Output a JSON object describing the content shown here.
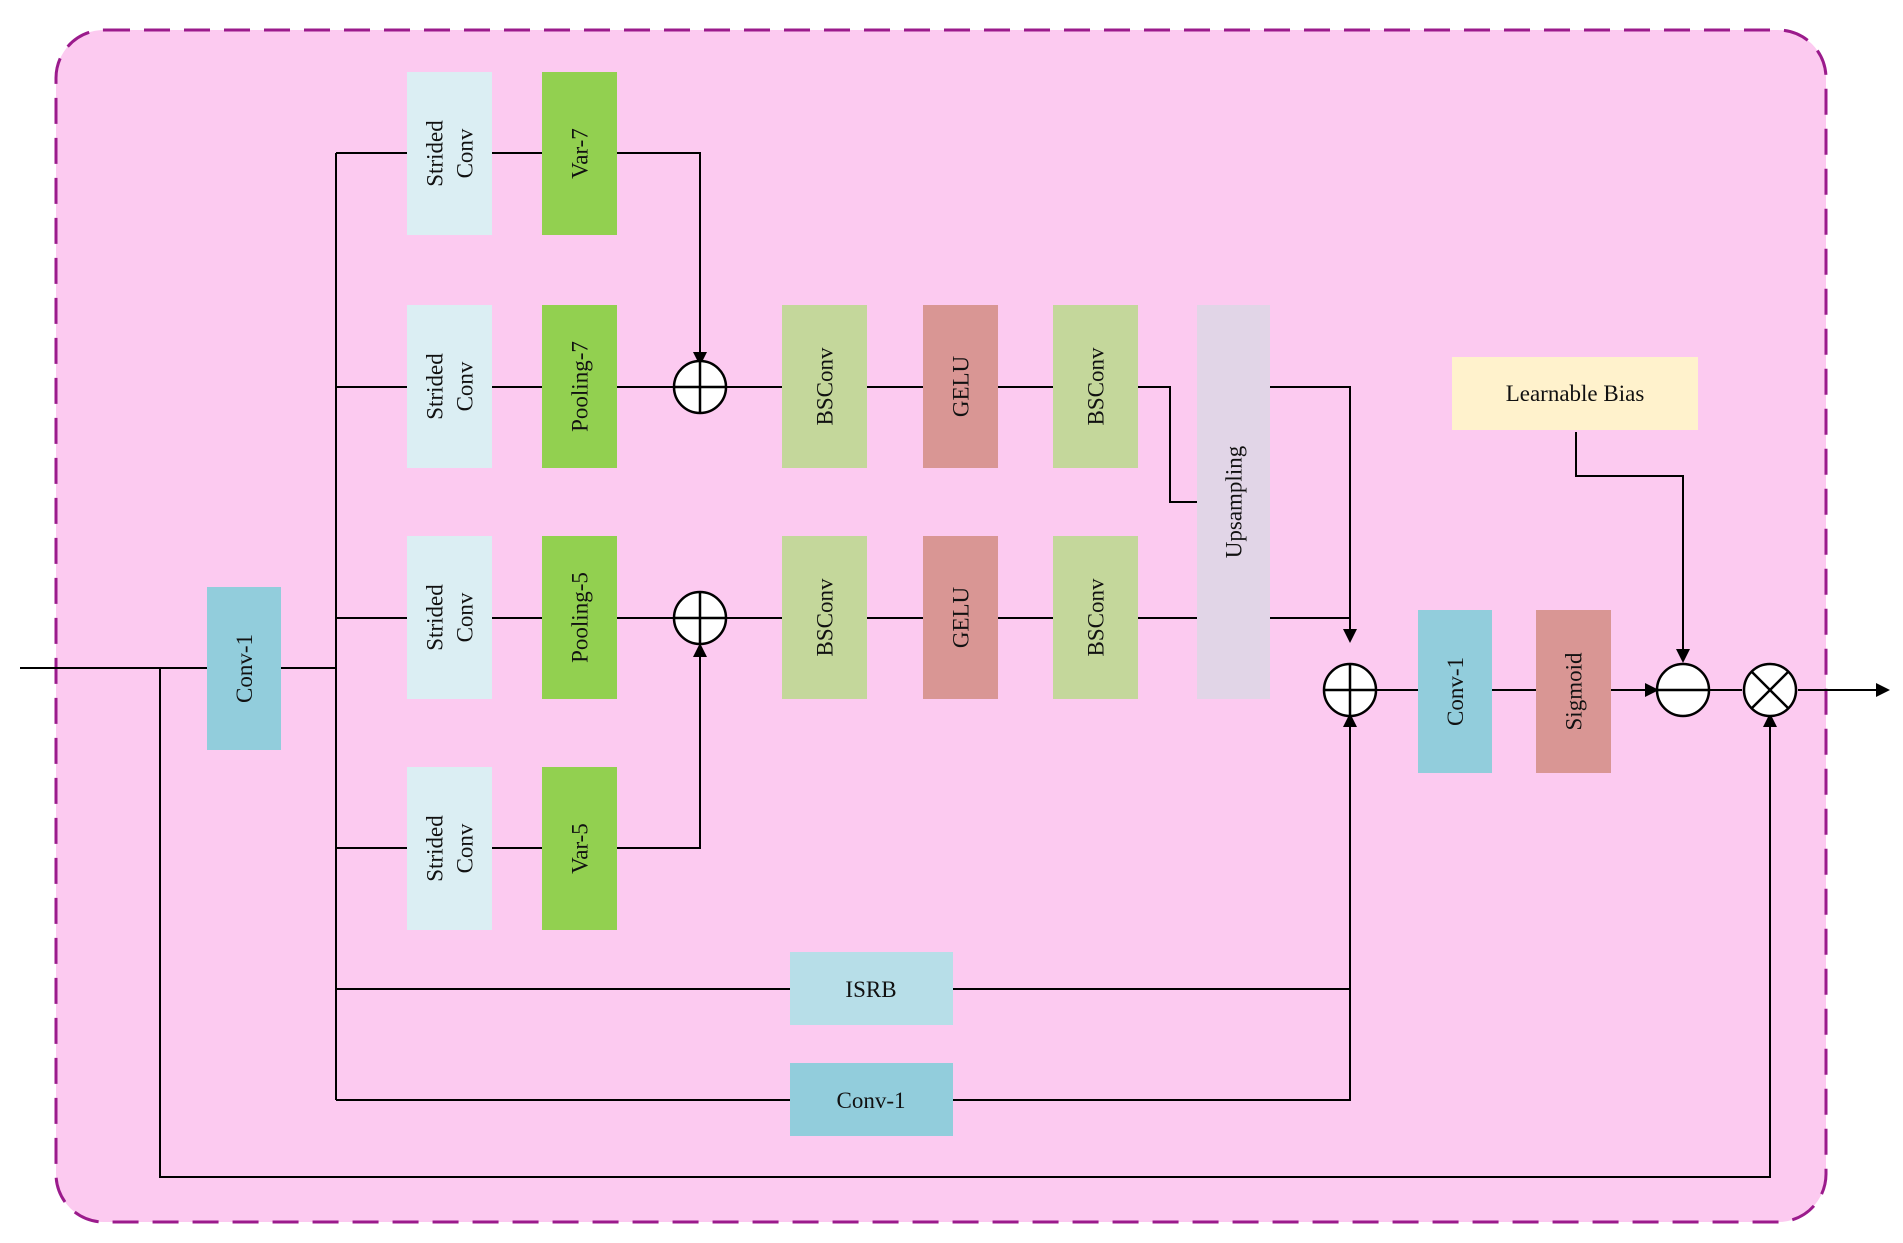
{
  "colors": {
    "panel_fill": "#fccaf0",
    "panel_border": "#9b1b8c",
    "strided": "#dbeef3",
    "var_pool": "#92d050",
    "bsconv": "#c4d79b",
    "gelu": "#d99694",
    "upsampling": "#e1d5e7",
    "conv1": "#92cddc",
    "isrb": "#b7dee8",
    "sigmoid": "#d99694",
    "bias": "#fff2cc",
    "line": "#000000"
  },
  "blocks": {
    "strided_conv_1": "Strided\nConv",
    "strided_conv_2": "Strided\nConv",
    "strided_conv_3": "Strided\nConv",
    "strided_conv_4": "Strided\nConv",
    "var7": "Var-7",
    "pooling7": "Pooling-7",
    "pooling5": "Pooling-5",
    "var5": "Var-5",
    "conv1_in": "Conv-1",
    "bsconv_1": "BSConv",
    "gelu_1": "GELU",
    "bsconv_2": "BSConv",
    "bsconv_3": "BSConv",
    "gelu_2": "GELU",
    "bsconv_4": "BSConv",
    "upsampling": "Upsampling",
    "isrb": "ISRB",
    "conv1_branch": "Conv-1",
    "conv1_out": "Conv-1",
    "sigmoid": "Sigmoid",
    "learnable_bias": "Learnable Bias"
  },
  "operators": {
    "add_top": "plus",
    "add_bottom": "plus",
    "add_merge": "plus",
    "subtract": "minus",
    "multiply": "times"
  }
}
